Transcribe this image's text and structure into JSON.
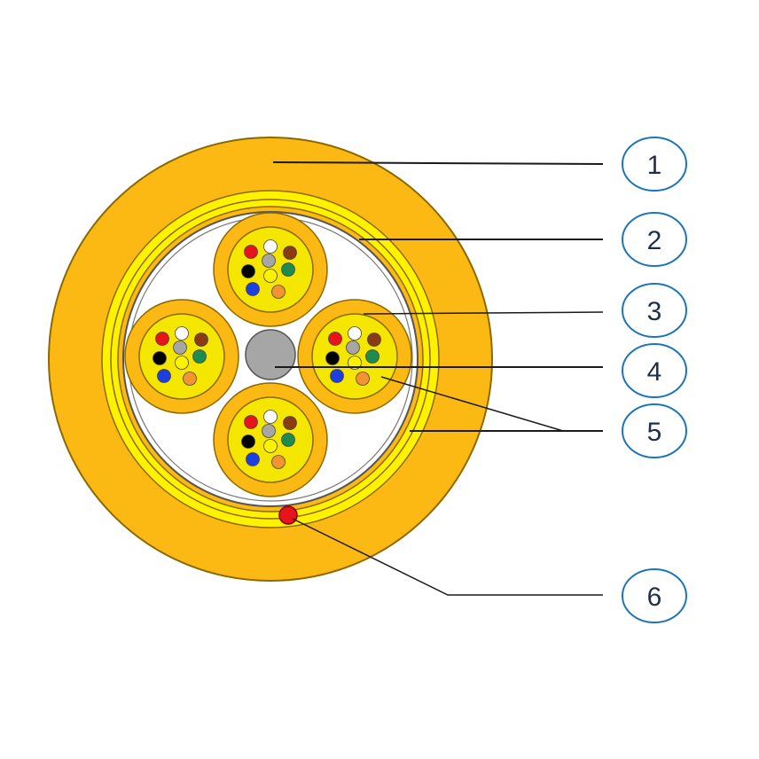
{
  "colors": {
    "outer_jacket": "#FDB913",
    "outer_jacket_edge": "#8A6A00",
    "armor_layer": "#FFF200",
    "inner_sheath": "#FDB913",
    "core_background": "#FFFFFF",
    "central_member": "#A6A6A6",
    "subunit_jacket": "#FDB913",
    "subunit_core": "#F5E600",
    "ripcord": "#E8141B",
    "callout_circle": "#1B75BC",
    "leader_line": "#1A1A1A"
  },
  "fiber_colors": [
    "#E8141B",
    "#FFFFFF",
    "#8B3A14",
    "#A6A6A6",
    "#000000",
    "#1E8C4E",
    "#FFF200",
    "#1B3FE0",
    "#F29430"
  ],
  "callouts": [
    {
      "label": "1",
      "icon": "outer-jacket"
    },
    {
      "label": "2",
      "icon": "armor-layer"
    },
    {
      "label": "3",
      "icon": "subunit"
    },
    {
      "label": "4",
      "icon": "central-member"
    },
    {
      "label": "5",
      "icon": "fibers"
    },
    {
      "label": "6",
      "icon": "ripcord"
    }
  ]
}
